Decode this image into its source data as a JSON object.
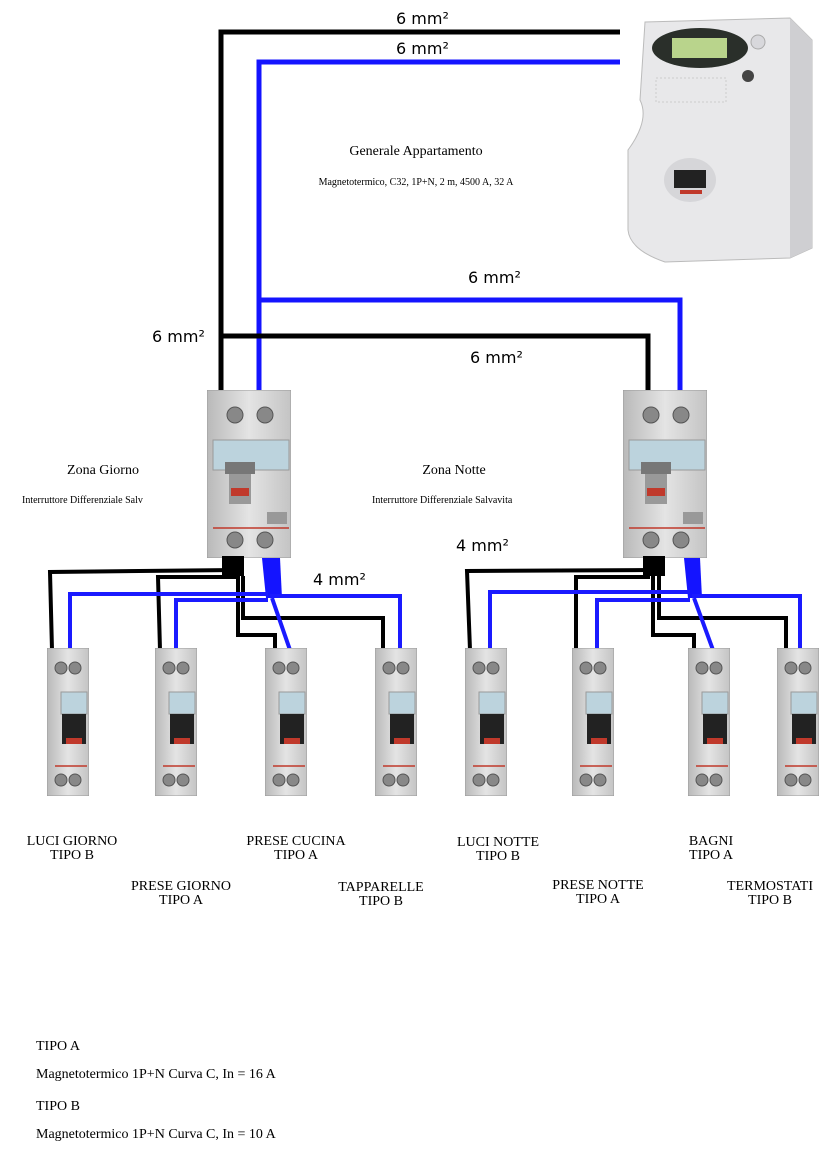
{
  "colors": {
    "phase_wire": "#000000",
    "neutral_wire": "#1414ff"
  },
  "wire_labels": {
    "top_black": "6 mm²",
    "top_blue": "6 mm²",
    "branch_blue": "6 mm²",
    "branch_black_left": "6 mm²",
    "branch_black_right": "6 mm²",
    "left_group": "4 mm²",
    "right_group": "4 mm²"
  },
  "main_breaker": {
    "title": "Generale Appartamento",
    "description": "Magnetotermico, C32, 1P+N, 2 m, 4500 A, 32 A"
  },
  "zones": [
    {
      "title": "Zona Giorno",
      "description": "Interruttore Differenziale Salv"
    },
    {
      "title": "Zona Notte",
      "description": "Interruttore Differenziale Salvavita"
    }
  ],
  "circuits": [
    {
      "name": "LUCI GIORNO",
      "type": "TIPO B"
    },
    {
      "name": "PRESE GIORNO",
      "type": "TIPO A"
    },
    {
      "name": "PRESE CUCINA",
      "type": "TIPO A"
    },
    {
      "name": "TAPPARELLE",
      "type": "TIPO B"
    },
    {
      "name": "LUCI NOTTE",
      "type": "TIPO B"
    },
    {
      "name": "PRESE NOTTE",
      "type": "TIPO A"
    },
    {
      "name": "BAGNI",
      "type": "TIPO A"
    },
    {
      "name": "TERMOSTATI",
      "type": "TIPO B"
    }
  ],
  "legend": [
    {
      "type": "TIPO A",
      "description": "Magnetotermico 1P+N Curva C, In = 16 A"
    },
    {
      "type": "TIPO B",
      "description": "Magnetotermico 1P+N Curva C, In = 10 A"
    }
  ]
}
